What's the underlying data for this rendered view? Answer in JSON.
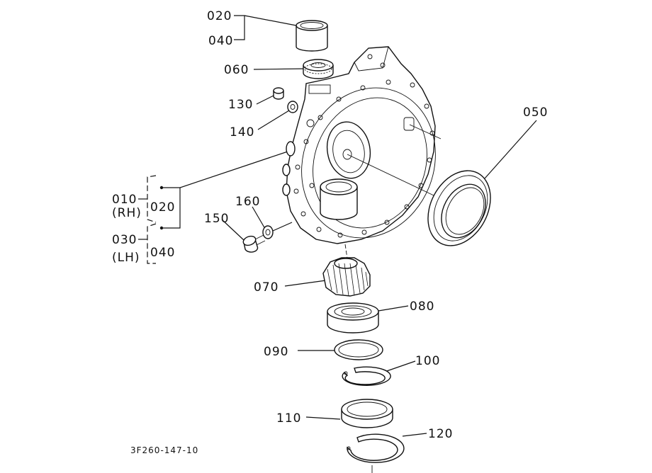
{
  "diagram_ref": "3F260-147-10",
  "callouts": [
    {
      "id": "020_top",
      "text": "020"
    },
    {
      "id": "040_top",
      "text": "040"
    },
    {
      "id": "060",
      "text": "060"
    },
    {
      "id": "130",
      "text": "130"
    },
    {
      "id": "140",
      "text": "140"
    },
    {
      "id": "050",
      "text": "050"
    },
    {
      "id": "010",
      "text": "010"
    },
    {
      "id": "rh",
      "text": "(RH)"
    },
    {
      "id": "020_mid",
      "text": "020"
    },
    {
      "id": "030",
      "text": "030"
    },
    {
      "id": "lh",
      "text": "(LH)"
    },
    {
      "id": "040_mid",
      "text": "040"
    },
    {
      "id": "150",
      "text": "150"
    },
    {
      "id": "160",
      "text": "160"
    },
    {
      "id": "070",
      "text": "070"
    },
    {
      "id": "080",
      "text": "080"
    },
    {
      "id": "090",
      "text": "090"
    },
    {
      "id": "100",
      "text": "100"
    },
    {
      "id": "110",
      "text": "110"
    },
    {
      "id": "120",
      "text": "120"
    }
  ]
}
